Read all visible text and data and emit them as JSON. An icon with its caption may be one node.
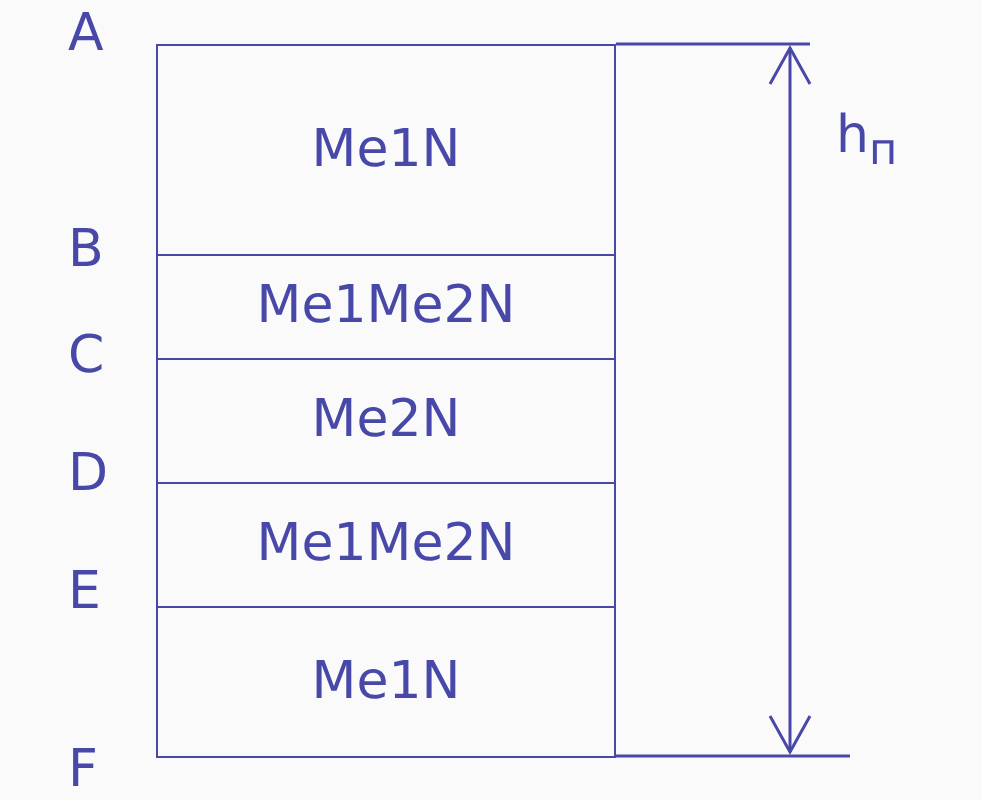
{
  "diagram": {
    "nodes": [
      {
        "text": [
          "Me1N"
        ]
      },
      {
        "text": [
          "Me1Me2N"
        ]
      },
      {
        "text": [
          "Me2N"
        ]
      },
      {
        "text": [
          "Me1Me2N"
        ]
      },
      {
        "text": [
          "Me1N"
        ]
      }
    ],
    "edges": [],
    "labels": [
      "A",
      "B",
      "C",
      "D",
      "E",
      "F",
      "h$_{п}$"
    ]
  }
}
